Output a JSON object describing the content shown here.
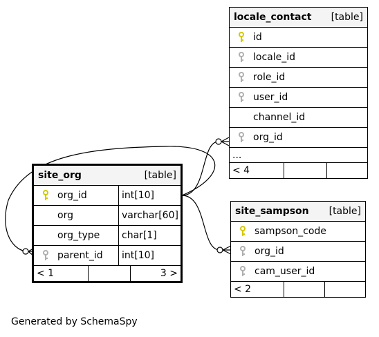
{
  "tables": {
    "locale_contact": {
      "name": "locale_contact",
      "kind": "[table]",
      "columns": [
        {
          "name": "id",
          "key": "primary"
        },
        {
          "name": "locale_id",
          "key": "foreign"
        },
        {
          "name": "role_id",
          "key": "foreign"
        },
        {
          "name": "user_id",
          "key": "foreign"
        },
        {
          "name": "channel_id",
          "key": "none"
        },
        {
          "name": "org_id",
          "key": "foreign"
        }
      ],
      "ellipsis": "...",
      "footer": [
        "< 4",
        "",
        ""
      ]
    },
    "site_org": {
      "name": "site_org",
      "kind": "[table]",
      "columns": [
        {
          "name": "org_id",
          "type": "int[10]",
          "key": "primary"
        },
        {
          "name": "org",
          "type": "varchar[60]",
          "key": "none"
        },
        {
          "name": "org_type",
          "type": "char[1]",
          "key": "none"
        },
        {
          "name": "parent_id",
          "type": "int[10]",
          "key": "foreign"
        }
      ],
      "footer": [
        "< 1",
        "",
        "3 >"
      ]
    },
    "site_sampson": {
      "name": "site_sampson",
      "kind": "[table]",
      "columns": [
        {
          "name": "sampson_code",
          "key": "primary"
        },
        {
          "name": "org_id",
          "key": "foreign"
        },
        {
          "name": "cam_user_id",
          "key": "foreign"
        }
      ],
      "footer": [
        "< 2",
        "",
        ""
      ]
    }
  },
  "colors": {
    "primary_key": "#d4c800",
    "foreign_key": "#b0b0b0",
    "header_bg": "#f4f4f4"
  },
  "caption": "Generated by SchemaSpy"
}
